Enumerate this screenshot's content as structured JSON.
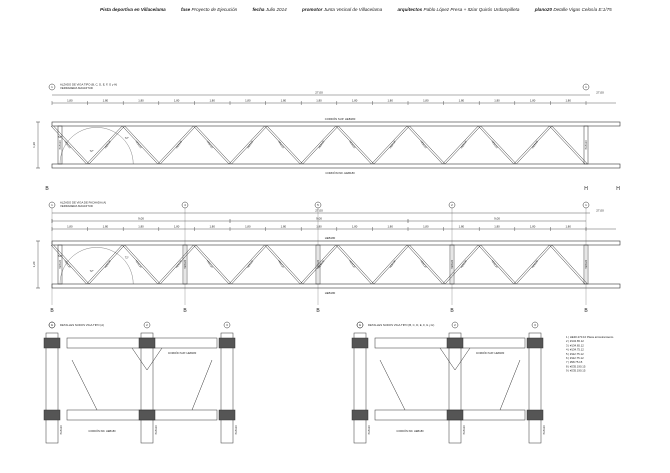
{
  "header": {
    "project": "Pista deportiva en Villacelama",
    "fase_label": "fase",
    "fase": "Proyecto de Ejecución",
    "fecha_label": "fecha",
    "fecha": "Julio 2014",
    "promotor_label": "promotor",
    "promotor": "Junta Vecinal de Villacelama",
    "arquitectos_label": "arquitectos",
    "arquitectos": "Pablo López Presa + Itziar Quirós Urdampilleta",
    "plano_label": "plano20",
    "plano": "Detalle Vigas Celosía E:1/75"
  },
  "elev1": {
    "title": "ALZADO DE VIGA TIPO (B, C, D, E, F, G y H)",
    "subtitle": "VERDADERA MAGNITUD",
    "total": "27,00",
    "module": "1,80",
    "height": "1,20",
    "top_chord": "CORDÓN SUP. HEB180",
    "bottom_chord": "CORDÓN INF. HEB180",
    "diagonal": "HEB120",
    "post": "HEB120",
    "angle_a": "72°",
    "angle_b": "54°",
    "axis_left": "B",
    "axis_right": "H"
  },
  "elev2": {
    "title": "ALZADO DE VIGA DE FACHADA (A)",
    "subtitle": "VERDADERA MAGNITUD",
    "total": "27,00",
    "bay": "9,00",
    "module": "1,80",
    "height": "1,20",
    "top_chord": "HEB180",
    "bottom_chord": "HEB180",
    "diagonal": "HEB120",
    "post": "HEB120",
    "axis_labels": [
      "1",
      "4",
      "5",
      "2",
      "1"
    ],
    "axis_bottom": [
      "B",
      "B",
      "B",
      "B",
      "B"
    ]
  },
  "details": [
    {
      "title": "DETALLES NUDOS VIGA TIPO (A)",
      "top_chord": "CORDÓN SUP. HEB180",
      "bottom_chord": "CORDÓN INF. HEB180",
      "post": "HEB120"
    },
    {
      "title": "DETALLES NUDOS VIGA TIPO (B, C, D, E, F, G y H)",
      "top_chord": "CORDÓN SUP. HEB180",
      "bottom_chord": "CORDÓN INF. HEB180",
      "post": "HEB120"
    }
  ],
  "legend": [
    "1 | HE30.270.10 Placa arriostramiento",
    "2 | #134.65.12",
    "3 | #134.65.12",
    "4 | #134.75.12",
    "5 | #112.75.12",
    "6 | #112.75.12",
    "7 | #98.75.15",
    "8 | #235.190.15",
    "9 | #235.190.15"
  ],
  "colors": {
    "line": "#333333",
    "paper": "#ffffff"
  }
}
